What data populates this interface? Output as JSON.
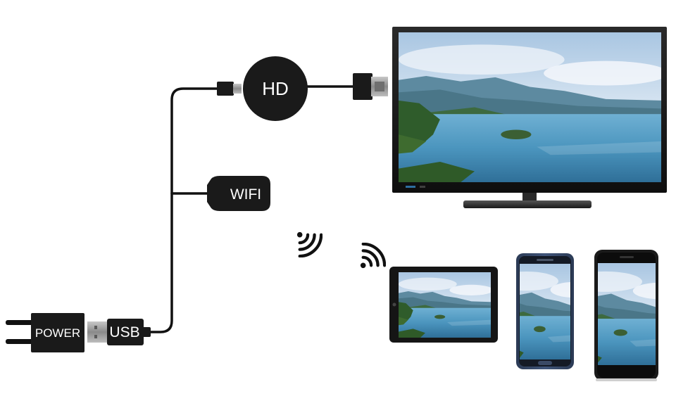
{
  "labels": {
    "hd": "HD",
    "wifi": "WIFI",
    "power": "POWER",
    "usb": "USB"
  },
  "colors": {
    "cable": "#111111",
    "device_body": "#1a1a1a",
    "connector_metal": "#9a9a9a",
    "sky": "#c9dcee",
    "water": "#4d92b8",
    "hills": "#3f6c7a",
    "forest": "#3e6b2f"
  },
  "icons": [
    "power-plug-icon",
    "usb-connector-icon",
    "hdmi-connector-icon",
    "wifi-signal-icon"
  ],
  "devices": [
    "television",
    "tablet",
    "smartphone-samsung",
    "smartphone-iphone"
  ]
}
